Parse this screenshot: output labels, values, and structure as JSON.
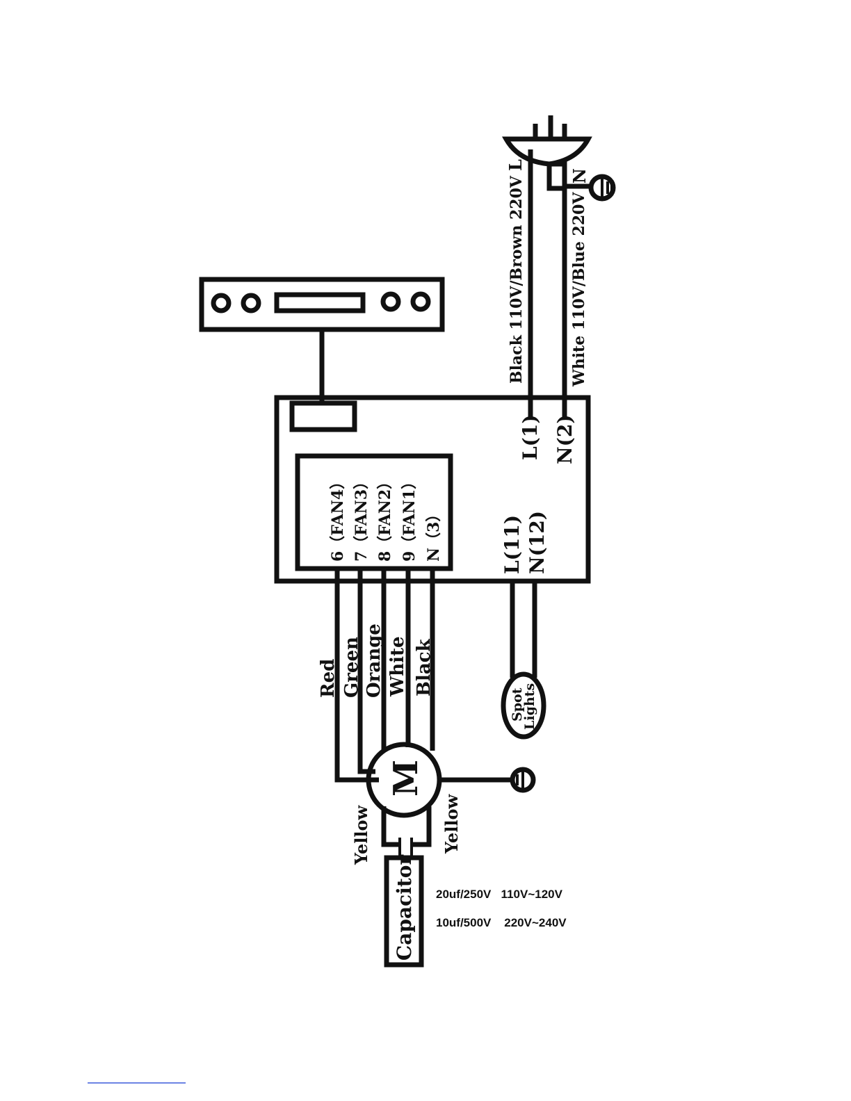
{
  "supply": {
    "line_label": "Black 110V/Brown 220V",
    "neutral_label": "White 110V/Blue 220V",
    "plug_L": "L",
    "plug_N": "N"
  },
  "controller": {
    "terminal_L1": "L(1)",
    "terminal_N2": "N(2)",
    "terminal_L11": "L(11)",
    "terminal_N12": "N(12)"
  },
  "fan_terminals": [
    "6（FAN4）",
    "7（FAN3）",
    "8（FAN2）",
    "9（FAN1）",
    "N（3）"
  ],
  "fan_wires": [
    "Red",
    "Green",
    "Orange",
    "White",
    "Black"
  ],
  "motor": {
    "symbol": "M",
    "lead_left": "Yellow",
    "lead_right": "Yellow"
  },
  "spot_lights": {
    "line1": "Spot",
    "line2": "Lights"
  },
  "capacitor": {
    "label": "Capacitor",
    "spec1": "20uf/250V   110V~120V",
    "spec2": "10uf/500V    220V~240V"
  }
}
